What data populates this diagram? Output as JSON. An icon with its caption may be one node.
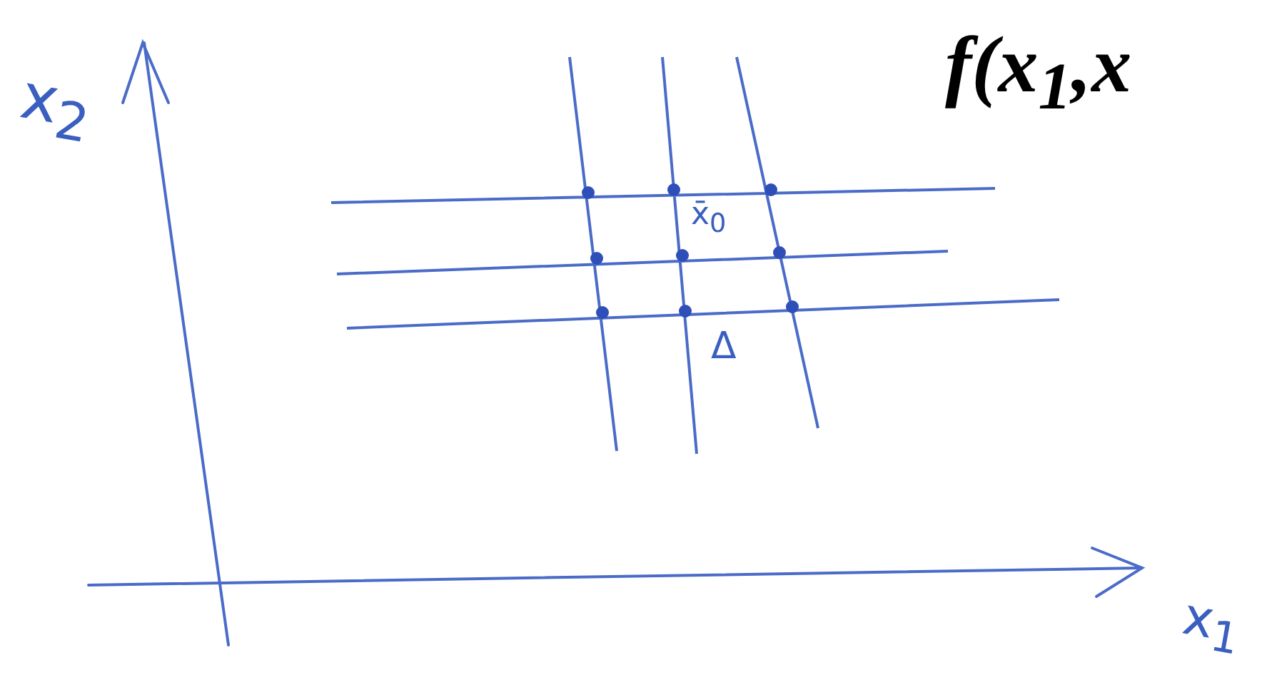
{
  "diagram": {
    "labels": [
      "f(x$_{1}$,x",
      "x$_{2}$",
      "x̄$_{0}$",
      "Δ",
      "x$_{1}$"
    ]
  }
}
